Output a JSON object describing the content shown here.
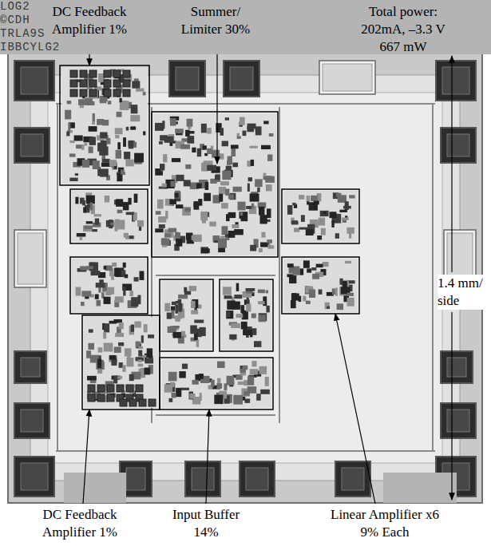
{
  "diagram": {
    "labels": [
      "Total power: 202mA, –3.3 V 667 mW",
      "DC Feedback Amplifier 1%",
      "Summer/ Limiter 30%",
      "1.4 mm/ side",
      "DC Feedback Amplifier 1%",
      "Input Buffer 14%",
      "Linear Amplifier x6 9% Each",
      "LOG2",
      "©CDH",
      "TRLA9S",
      "IBBCYLG2"
    ]
  }
}
